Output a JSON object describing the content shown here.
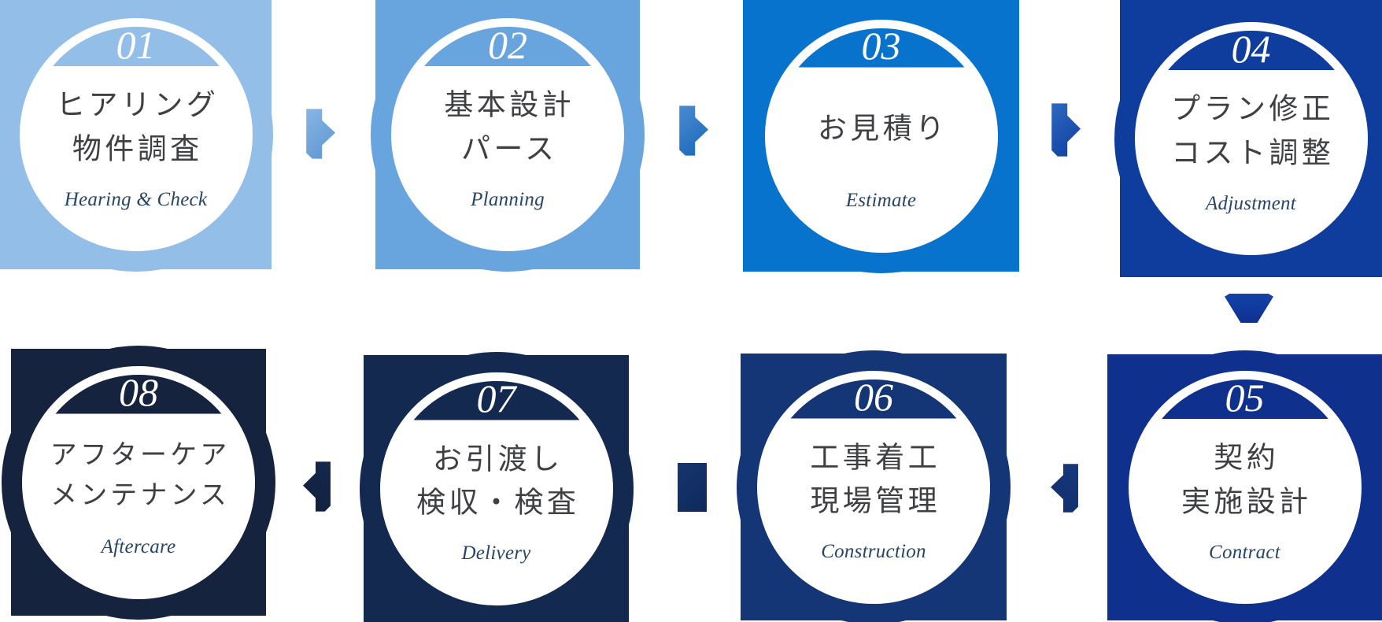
{
  "process_flow": {
    "steps": [
      {
        "number": "01",
        "jp": [
          "ヒアリング",
          "物件調査"
        ],
        "en": "Hearing & Check",
        "color": "#93BEE7"
      },
      {
        "number": "02",
        "jp": [
          "基本設計",
          "パース"
        ],
        "en": "Planning",
        "color": "#68A4DD"
      },
      {
        "number": "03",
        "jp": [
          "お見積り"
        ],
        "en": "Estimate",
        "color": "#0873CD"
      },
      {
        "number": "04",
        "jp": [
          "プラン修正",
          "コスト調整"
        ],
        "en": "Adjustment",
        "color": "#0E3D9E"
      },
      {
        "number": "05",
        "jp": [
          "契約",
          "実施設計"
        ],
        "en": "Contract",
        "color": "#10308E"
      },
      {
        "number": "06",
        "jp": [
          "工事着工",
          "現場管理"
        ],
        "en": "Construction",
        "color": "#143677"
      },
      {
        "number": "07",
        "jp": [
          "お引渡し",
          "検収・検査"
        ],
        "en": "Delivery",
        "color": "#13294F"
      },
      {
        "number": "08",
        "jp": [
          "アフターケア",
          "メンテナンス"
        ],
        "en": "Aftercare",
        "color": "#15233E"
      }
    ],
    "connectors": [
      {
        "type": "arrow-right",
        "colors": [
          "#8AB6E4",
          "#5C95D1"
        ]
      },
      {
        "type": "arrow-right",
        "colors": [
          "#4F8BD3",
          "#1568B8"
        ]
      },
      {
        "type": "arrow-right",
        "colors": [
          "#2F6AC2",
          "#0E3D9E"
        ]
      },
      {
        "type": "arrow-down",
        "colors": [
          "#1243A7",
          "#0E3092"
        ]
      },
      {
        "type": "arrow-left",
        "colors": [
          "#16387B",
          "#112E6B"
        ]
      },
      {
        "type": "connector-bar",
        "colors": [
          "#16356E",
          "#0E2A5C"
        ]
      },
      {
        "type": "arrow-left",
        "colors": [
          "#14294E",
          "#111F3C"
        ]
      }
    ],
    "text_colors": {
      "jp": "#3E4043",
      "en": "#264569",
      "number": "#FFFFFF"
    }
  }
}
